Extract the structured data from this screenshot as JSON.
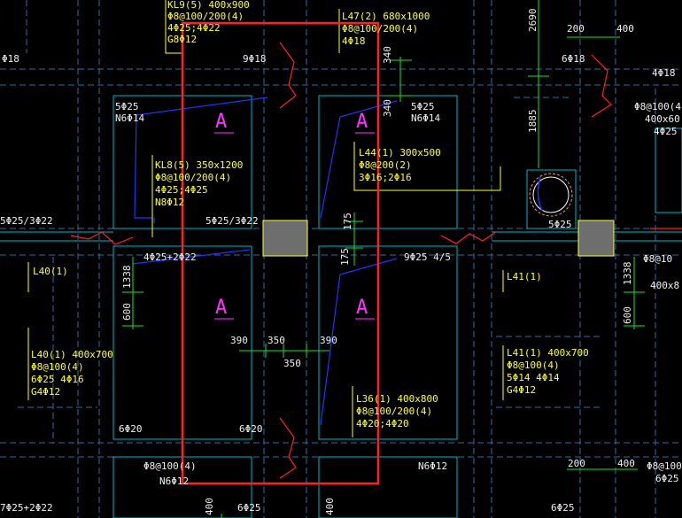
{
  "colors": {
    "background": "#000000",
    "grid_line": "#2e6fa8",
    "beam_edge": "#00b4c8",
    "cyan": "#22d3e6",
    "yellow_text": "#ffff33",
    "white_text": "#f2f2f2",
    "magenta": "#ff33ff",
    "blue_rebar": "#2233ff",
    "green_dim": "#22dd33",
    "red_mark": "#ff2020",
    "column_fill": "#6e6e6e",
    "column_edge": "#ffff33"
  },
  "labels": {
    "kl9": "KL9(5) 400x900",
    "kl9_stirrup": "Φ8@100/200(4)",
    "kl9_main": "4Φ25;4Φ22",
    "kl9_side": "G8Φ12",
    "l47": "L47(2) 680x1000",
    "l47_stirrup": "Φ8@100/200(4)",
    "l47_main": "4Φ18",
    "kl8": "KL8(5) 350x1200",
    "kl8_stirrup": "Φ8@100/200(4)",
    "kl8_main": "4Φ25;4Φ25",
    "kl8_side": "N8Φ12",
    "l44": "L44(1) 300x500",
    "l44_stirrup": "Φ8@200(2)",
    "l44_main": "3Φ16;2Φ16",
    "l40_short": "L40(1)",
    "l40": "L40(1) 400x700",
    "l40_stirrup": "Φ8@100(4)",
    "l40_main": "6Φ25 4Φ16",
    "l40_side": "G4Φ12",
    "l41_short": "L41(1)",
    "l41": "L41(1) 400x700",
    "l41_stirrup": "Φ8@100(4)",
    "l41_main": "5Φ14 4Φ14",
    "l41_side": "G4Φ12",
    "l36": "L36(1) 400x800",
    "l36_stirrup": "Φ8@100/200(4)",
    "l36_main": "4Φ20;4Φ20",
    "r_9f18": "9Φ18",
    "r_6f18": "6Φ18",
    "r_4f18_right": "4Φ18",
    "r_f18_left": "Φ18",
    "r_5f25_a": "5Φ25",
    "r_n6f14_a": "N6Φ14",
    "r_5f25_b": "5Φ25",
    "r_n6f14_b": "N6Φ14",
    "r_5f25_3f22_left": "5Φ25/3Φ22",
    "r_5f25_3f22_mid": "5Φ25/3Φ22",
    "r_5f25_c": "5Φ25",
    "r_4f25_2f22": "4Φ25+2Φ22",
    "r_9f25_45": "9Φ25 4/5",
    "r_6f20_a": "6Φ20",
    "r_6f20_b": "6Φ20",
    "r_4f20_2f20": "4Φ20;4Φ20",
    "r_f8_bottom": "Φ8@100(4)",
    "r_n6f12_a": "N6Φ12",
    "r_n6f12_b": "N6Φ12",
    "r_7f25": "7Φ25+2Φ22",
    "r_6f25": "6Φ25",
    "r_6f25_r": "6Φ25",
    "r_right_f8_top": "Φ8@100(4",
    "r_right_400x": "400x60",
    "r_right_4f25": "4Φ25",
    "r_right_f8_mid": "Φ8@10",
    "r_right_400x_mid": "400x8",
    "r_right_f8_bot": "Φ8@100",
    "r_right_6f25_bot": "6Φ25"
  },
  "panels": [
    "A",
    "A",
    "A",
    "A"
  ],
  "dimensions": {
    "d2690": "2690",
    "d200_top": "200",
    "d400_top": "400",
    "d340_a": "340",
    "d340_b": "340",
    "d1885": "1885",
    "d175_a": "175",
    "d175_b": "175",
    "d1338_left": "1338",
    "d600_left": "600",
    "d1338_right": "1338",
    "d600_right": "600",
    "d390_a": "390",
    "d350_a": "350",
    "d390_b": "390",
    "d350_b": "350",
    "d200_bot": "200",
    "d400_bot": "400",
    "d400_b1": "400",
    "d400_b2": "400"
  }
}
